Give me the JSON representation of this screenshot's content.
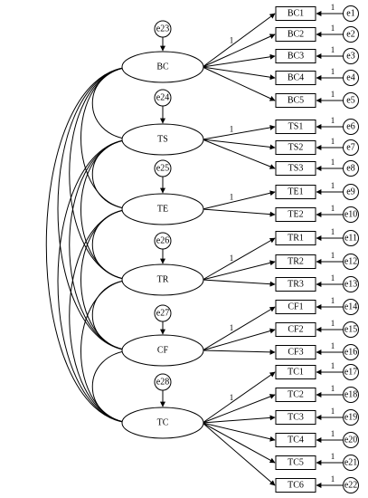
{
  "latents": [
    {
      "label": "BC",
      "error": "e23"
    },
    {
      "label": "TS",
      "error": "e24"
    },
    {
      "label": "TE",
      "error": "e25"
    },
    {
      "label": "TR",
      "error": "e26"
    },
    {
      "label": "CF",
      "error": "e27"
    },
    {
      "label": "TC",
      "error": "e28"
    }
  ],
  "indicators": [
    {
      "label": "BC1",
      "error": "e1",
      "latent": 0
    },
    {
      "label": "BC2",
      "error": "e2",
      "latent": 0
    },
    {
      "label": "BC3",
      "error": "e3",
      "latent": 0
    },
    {
      "label": "BC4",
      "error": "e4",
      "latent": 0
    },
    {
      "label": "BC5",
      "error": "e5",
      "latent": 0
    },
    {
      "label": "TS1",
      "error": "e6",
      "latent": 1
    },
    {
      "label": "TS2",
      "error": "e7",
      "latent": 1
    },
    {
      "label": "TS3",
      "error": "e8",
      "latent": 1
    },
    {
      "label": "TE1",
      "error": "e9",
      "latent": 2
    },
    {
      "label": "TE2",
      "error": "e10",
      "latent": 2
    },
    {
      "label": "TR1",
      "error": "e11",
      "latent": 3
    },
    {
      "label": "TR2",
      "error": "e12",
      "latent": 3
    },
    {
      "label": "TR3",
      "error": "e13",
      "latent": 3
    },
    {
      "label": "CF1",
      "error": "e14",
      "latent": 4
    },
    {
      "label": "CF2",
      "error": "e15",
      "latent": 4
    },
    {
      "label": "CF3",
      "error": "e16",
      "latent": 4
    },
    {
      "label": "TC1",
      "error": "e17",
      "latent": 5
    },
    {
      "label": "TC2",
      "error": "e18",
      "latent": 5
    },
    {
      "label": "TC3",
      "error": "e19",
      "latent": 5
    },
    {
      "label": "TC4",
      "error": "e20",
      "latent": 5
    },
    {
      "label": "TC5",
      "error": "e21",
      "latent": 5
    },
    {
      "label": "TC6",
      "error": "e22",
      "latent": 5
    }
  ],
  "fixed_loading_label": "1",
  "fixed_error_label": "1"
}
